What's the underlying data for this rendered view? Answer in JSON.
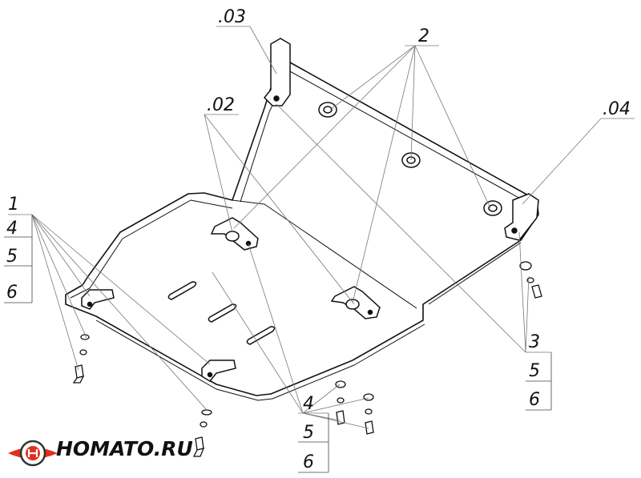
{
  "diagram": {
    "labels": {
      "part_03": ".03",
      "part_02": ".02",
      "part_04": ".04",
      "part_2": "2",
      "group_left": [
        "1",
        "4",
        "5",
        "6"
      ],
      "group_right": [
        "3",
        "5",
        "6"
      ],
      "group_bottom": [
        "4",
        "5",
        "6"
      ]
    }
  },
  "brand": {
    "name": "HOMATO.RU",
    "colors": {
      "logo_red": "#e0301e",
      "line": "#111111",
      "leader": "#777777"
    },
    "icon": "car-emblem-icon"
  }
}
